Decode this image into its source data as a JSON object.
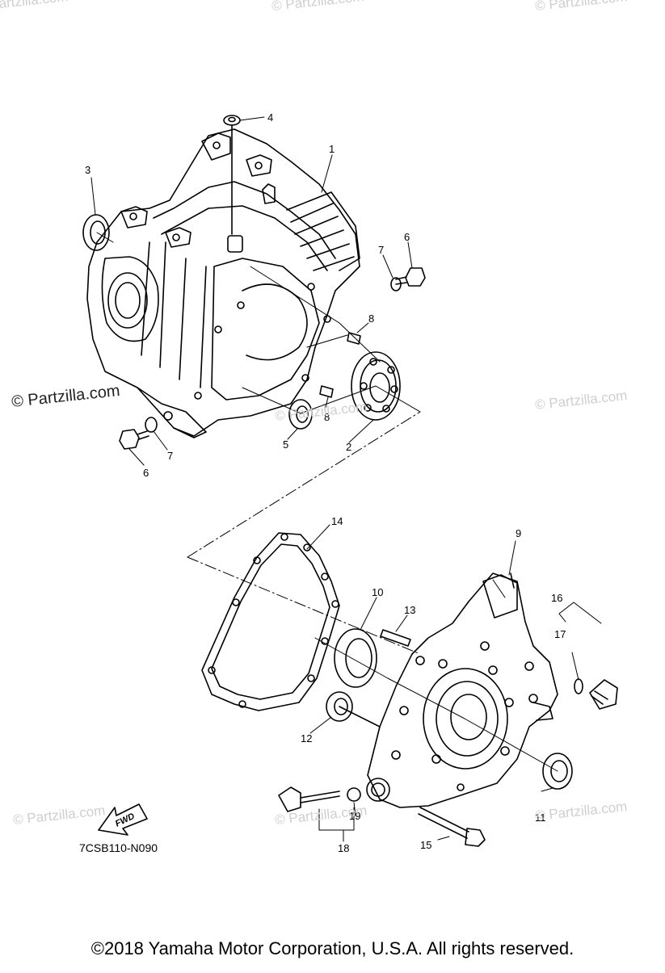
{
  "watermark_main": "© Partzilla.com",
  "watermark_faint": [
    "© Partzilla.com",
    "© Partzilla.com",
    "© Partzilla.com",
    "© Partzilla.com",
    "© Partzilla.com",
    "© Partzilla.com",
    "© Partzilla.com",
    "© Partzilla.com"
  ],
  "diagram_code": "7CSB110-N090",
  "fwd_label": "FWD",
  "copyright": "©2018  Yamaha Motor Corporation, U.S.A. All rights reserved.",
  "callouts": [
    "1",
    "2",
    "3",
    "4",
    "5",
    "6",
    "6",
    "7",
    "7",
    "8",
    "8",
    "9",
    "10",
    "11",
    "12",
    "13",
    "14",
    "15",
    "16",
    "17",
    "18",
    "19"
  ]
}
